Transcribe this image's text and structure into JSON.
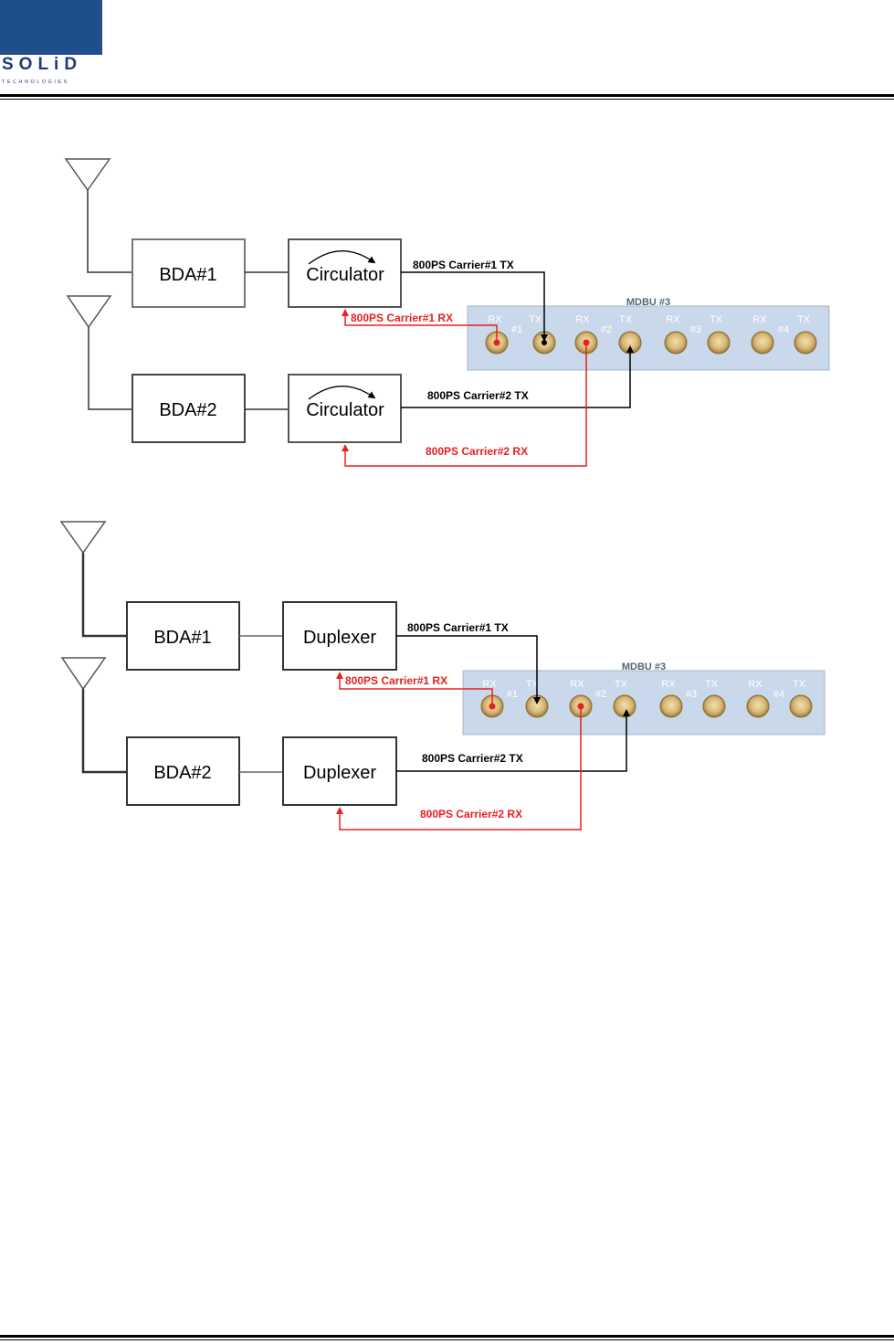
{
  "header": {
    "logo_text": "SOLiD",
    "logo_sub": "TECHNOLOGIES",
    "brand_color": "#1f4e8c"
  },
  "diagram1": {
    "bda1": "BDA#1",
    "bda2": "BDA#2",
    "device1": "Circulator",
    "device2": "Circulator",
    "sig_tx1": "800PS Carrier#1 TX",
    "sig_rx1": "800PS Carrier#1 RX",
    "sig_tx2": "800PS Carrier#2 TX",
    "sig_rx2": "800PS Carrier#2 RX",
    "panel_title": "MDBU #3"
  },
  "diagram2": {
    "bda1": "BDA#1",
    "bda2": "BDA#2",
    "device1": "Duplexer",
    "device2": "Duplexer",
    "sig_tx1": "800PS Carrier#1 TX",
    "sig_rx1": "800PS Carrier#1 RX",
    "sig_tx2": "800PS Carrier#2 TX",
    "sig_rx2": "800PS Carrier#2 RX",
    "panel_title": "MDBU #3"
  },
  "ports": {
    "rx": "RX",
    "tx": "TX",
    "g1": "#1",
    "g2": "#2",
    "g3": "#3",
    "g4": "#4"
  },
  "colors": {
    "tx_line": "#000000",
    "rx_line": "#e8201f",
    "panel_bg": "#c9d8ea",
    "connector": "#d8b978"
  }
}
